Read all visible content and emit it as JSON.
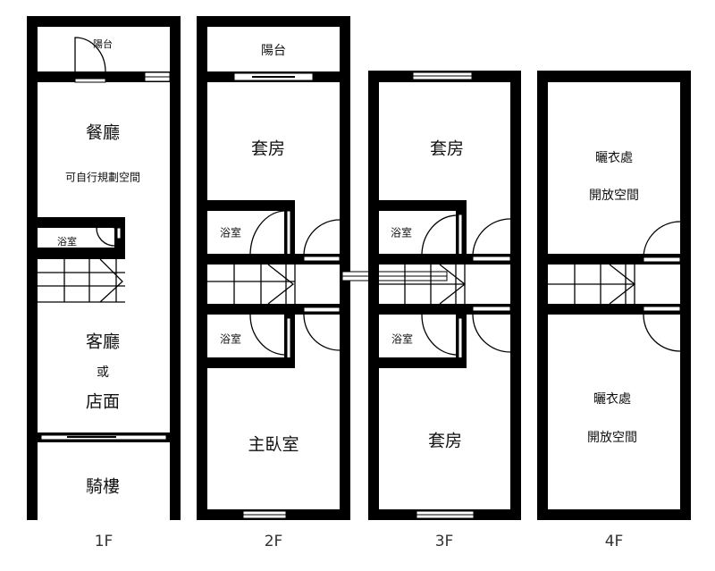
{
  "floors": [
    {
      "label": "1F",
      "rooms": {
        "balcony": "陽台",
        "dining": "餐廳",
        "dining_note": "可自行規劃空間",
        "bath": "浴室",
        "living_1": "客廳",
        "living_or": "或",
        "living_2": "店面",
        "arcade": "騎樓"
      }
    },
    {
      "label": "2F",
      "rooms": {
        "balcony": "陽台",
        "suite": "套房",
        "bath_upper": "浴室",
        "bath_lower": "浴室",
        "master": "主臥室"
      }
    },
    {
      "label": "3F",
      "rooms": {
        "suite_upper": "套房",
        "bath_upper": "浴室",
        "bath_lower": "浴室",
        "suite_lower": "套房"
      }
    },
    {
      "label": "4F",
      "rooms": {
        "laundry_upper": "曬衣處",
        "open_upper": "開放空間",
        "laundry_lower": "曬衣處",
        "open_lower": "開放空間"
      }
    }
  ]
}
